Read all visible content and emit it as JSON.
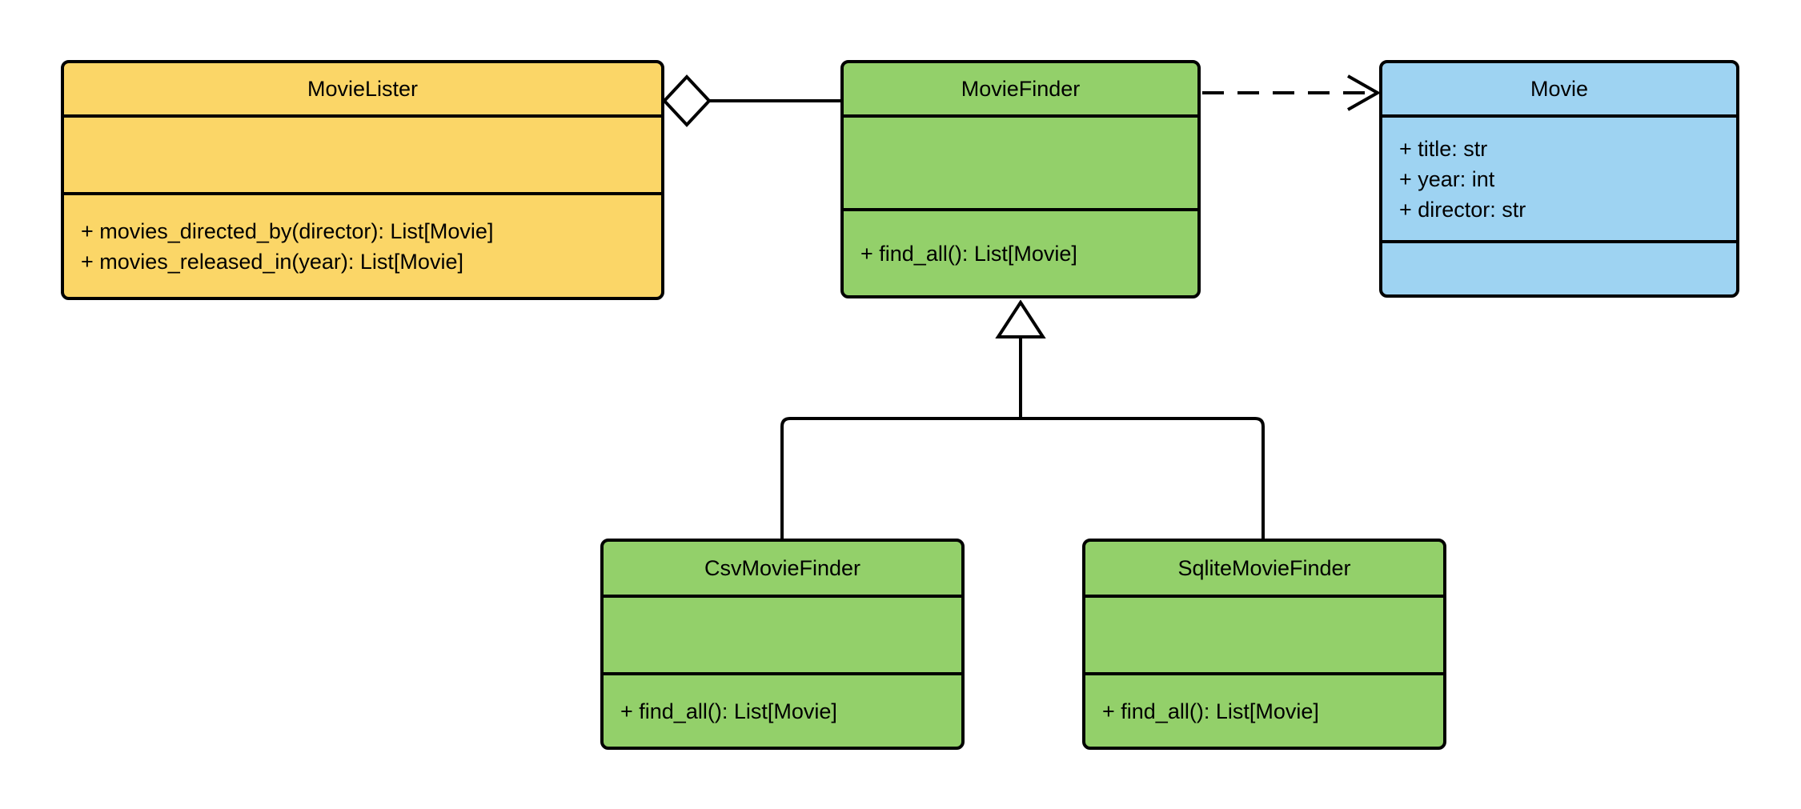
{
  "diagram": {
    "type": "uml-class-diagram",
    "background": "#FFFFFF",
    "stroke_color": "#000000",
    "colors": {
      "yellow": "#FBD667",
      "green": "#93D06A",
      "blue": "#9ED3F2"
    },
    "classes": [
      {
        "name": "MovieLister",
        "fill": "#FBD667",
        "attributes": [],
        "methods": [
          "+ movies_directed_by(director): List[Movie]",
          "+ movies_released_in(year): List[Movie]"
        ]
      },
      {
        "name": "MovieFinder",
        "fill": "#93D06A",
        "attributes": [],
        "methods": [
          "+ find_all(): List[Movie]"
        ]
      },
      {
        "name": "Movie",
        "fill": "#9ED3F2",
        "attributes": [
          "+ title: str",
          "+ year: int",
          "+ director: str"
        ],
        "methods": []
      },
      {
        "name": "CsvMovieFinder",
        "fill": "#93D06A",
        "attributes": [],
        "methods": [
          "+ find_all(): List[Movie]"
        ]
      },
      {
        "name": "SqliteMovieFinder",
        "fill": "#93D06A",
        "attributes": [],
        "methods": [
          "+ find_all(): List[Movie]"
        ]
      }
    ],
    "relationships": [
      {
        "type": "aggregation",
        "from": "MovieLister",
        "to": "MovieFinder",
        "line": "solid",
        "marker": "hollow-diamond-at-whole"
      },
      {
        "type": "dependency",
        "from": "MovieFinder",
        "to": "Movie",
        "line": "dashed",
        "marker": "open-arrow-at-target"
      },
      {
        "type": "generalization",
        "parent": "MovieFinder",
        "children": [
          "CsvMovieFinder",
          "SqliteMovieFinder"
        ],
        "line": "solid",
        "marker": "hollow-triangle-at-parent"
      }
    ]
  }
}
